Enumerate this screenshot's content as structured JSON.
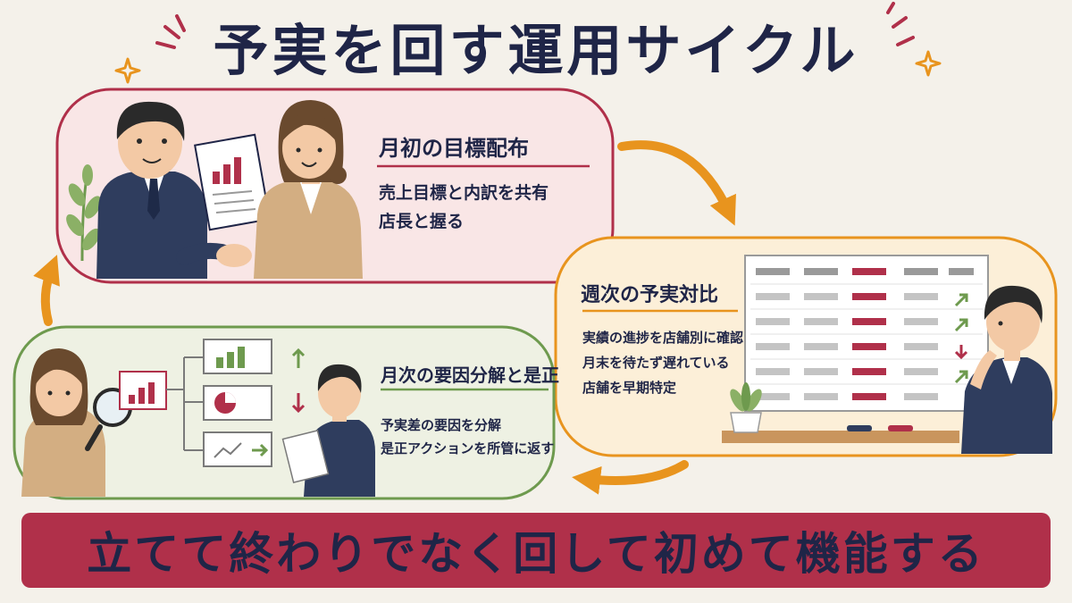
{
  "title": "予実を回す運用サイクル",
  "footer": "立てて終わりでなく回して初めて機能する",
  "steps": [
    {
      "title": "月初の目標配布",
      "body": [
        "売上目標と内訳を共有",
        "店長と握る"
      ]
    },
    {
      "title": "週次の予実対比",
      "body": [
        "実績の進捗を店舗別に確認",
        "月末を待たず遅れている",
        "店舗を早期特定"
      ]
    },
    {
      "title": "月次の要因分解と是正",
      "body": [
        "予実差の要因を分解",
        "是正アクションを所管に返す"
      ]
    }
  ],
  "colors": {
    "accent": "#b0304a",
    "navy": "#1f2547",
    "orange": "#e8941e",
    "green": "#6e9a4e"
  }
}
